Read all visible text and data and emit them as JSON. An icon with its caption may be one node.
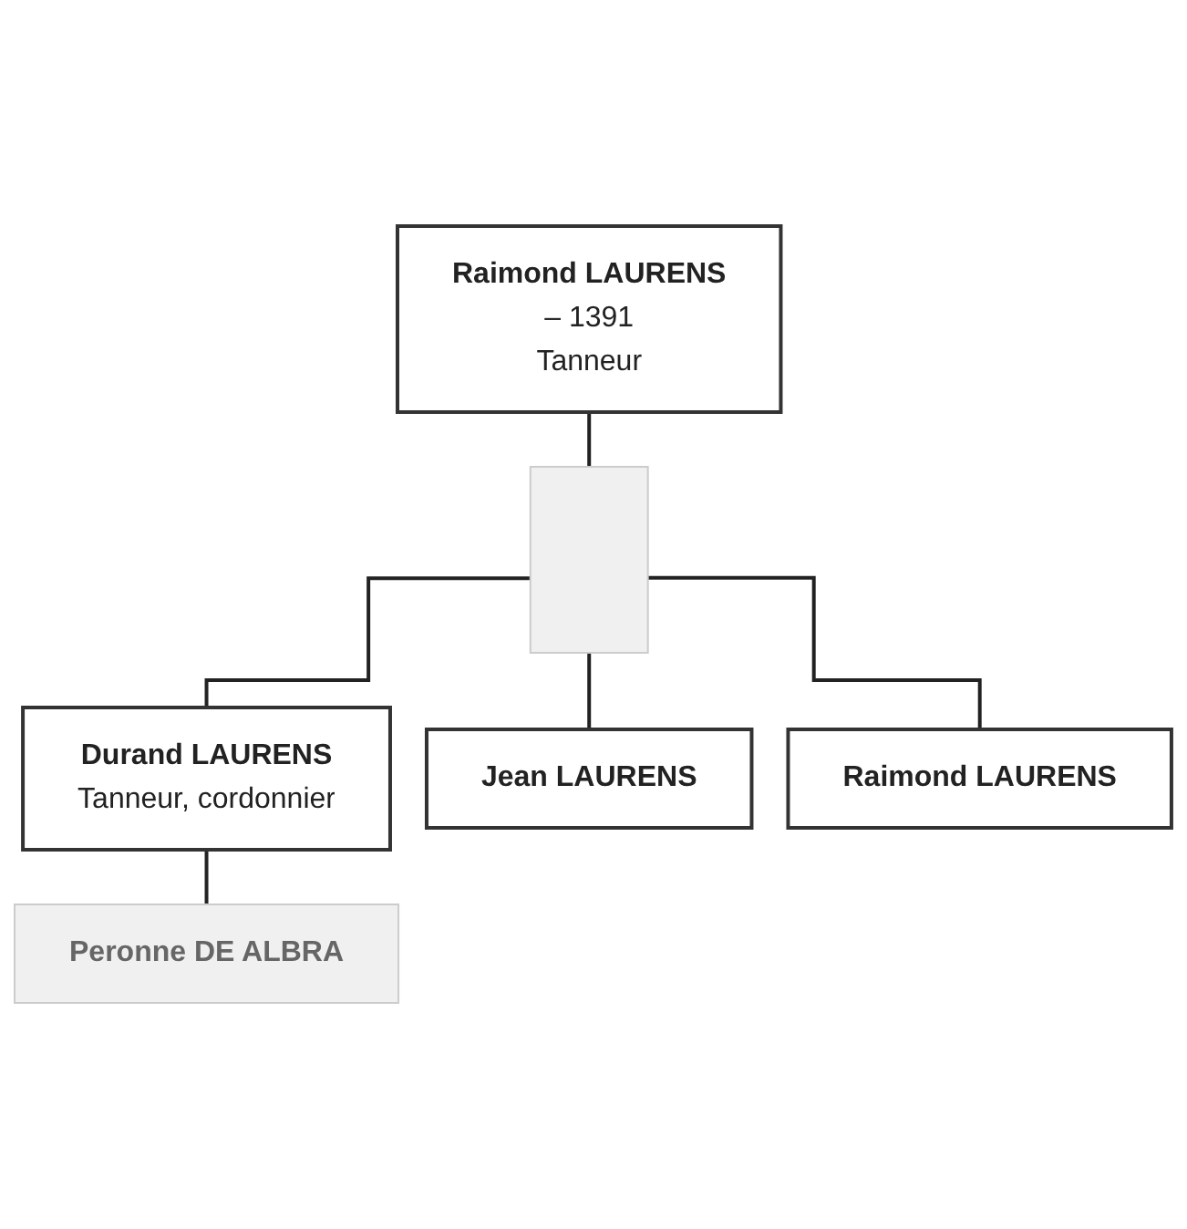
{
  "diagram": {
    "nodes": [
      {
        "text": [
          "Raimond LAURENS",
          "– 1391",
          "Tanneur"
        ]
      },
      {
        "text": [],
        "shape": "box"
      },
      {
        "text": [
          "Durand LAURENS",
          "Tanneur, cordonnier"
        ]
      },
      {
        "text": [
          "Jean LAURENS"
        ]
      },
      {
        "text": [
          "Raimond LAURENS"
        ]
      },
      {
        "text": [
          "Peronne DE ALBRA"
        ]
      }
    ],
    "edges": [
      {
        "from": 0,
        "to": 1,
        "arrow": "none"
      },
      {
        "from": 1,
        "to": 2,
        "arrow": "none"
      },
      {
        "from": 1,
        "to": 3,
        "arrow": "none"
      },
      {
        "from": 1,
        "to": 4,
        "arrow": "none"
      },
      {
        "from": 2,
        "to": 5,
        "arrow": "none"
      }
    ]
  }
}
